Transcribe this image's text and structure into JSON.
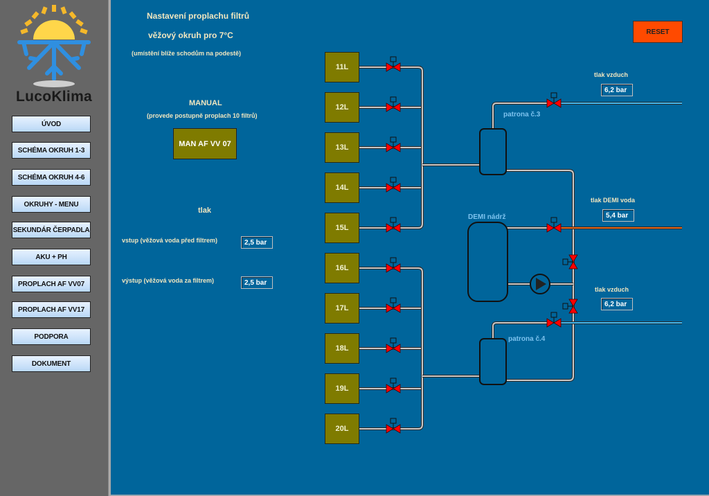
{
  "brand": {
    "name": "LucoKlima",
    "logo_icon": "sun-snowflake-logo"
  },
  "sidebar": {
    "items": [
      {
        "label": "ÚVOD"
      },
      {
        "label": "SCHÉMA OKRUH 1-3"
      },
      {
        "label": "SCHÉMA OKRUH 4-6"
      },
      {
        "label": "OKRUHY - MENU"
      },
      {
        "label": "SEKUNDÁR ČERPADLA"
      },
      {
        "label": "AKU + PH"
      },
      {
        "label": "PROPLACH AF VV07"
      },
      {
        "label": "PROPLACH AF VV17"
      },
      {
        "label": "PODPORA"
      },
      {
        "label": "DOKUMENT"
      }
    ]
  },
  "header": {
    "title": "Nastavení  proplachu filtrů",
    "subtitle": "věžový okruh pro 7°C",
    "note": "(umístění blíže schodům na podestě)"
  },
  "manual": {
    "title": "MANUAL",
    "description": "(provede postupně proplach 10 filtrů)",
    "button_label": "MAN AF VV 07"
  },
  "pressure": {
    "title": "tlak",
    "inlet_label": "vstup (věžová voda před filtrem)",
    "inlet_value": "2,5 bar",
    "outlet_label": "výstup (věžová voda za filtrem)",
    "outlet_value": "2,5 bar"
  },
  "reset_label": "RESET",
  "filters": [
    {
      "label": "11L"
    },
    {
      "label": "12L"
    },
    {
      "label": "13L"
    },
    {
      "label": "14L"
    },
    {
      "label": "15L"
    },
    {
      "label": "16L"
    },
    {
      "label": "17L"
    },
    {
      "label": "18L"
    },
    {
      "label": "19L"
    },
    {
      "label": "20L"
    }
  ],
  "diagram": {
    "air_pressure_top_label": "tlak vzduch",
    "air_pressure_top_value": "6,2 bar",
    "cartridge_3_label": "patrona č.3",
    "demi_pressure_label": "tlak DEMI voda",
    "demi_pressure_value": "5,4 bar",
    "demi_tank_label": "DEMI nádrž",
    "air_pressure_bottom_label": "tlak vzduch",
    "air_pressure_bottom_value": "6,2 bar",
    "cartridge_4_label": "patrona č.4"
  },
  "colors": {
    "background": "#00659b",
    "sidebar": "#666666",
    "filter": "#7f7b00",
    "valve": "#ff0000",
    "reset": "#ff4a00",
    "demi_line": "#e0661a",
    "air_line": "#3fb7f0",
    "label_text": "#f0e6c0",
    "component_label": "#7cc2ee"
  }
}
